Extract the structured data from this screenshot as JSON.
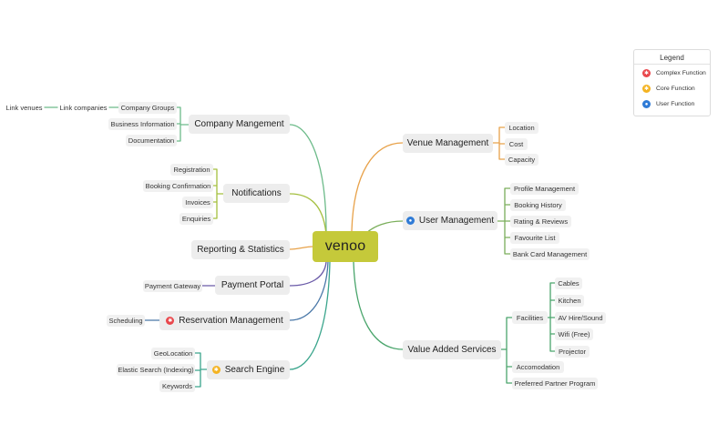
{
  "root": {
    "label": "venoo"
  },
  "left": {
    "company": {
      "label": "Company Mangement",
      "groups": "Company Groups",
      "link_companies": "Link companies",
      "link_venues": "Link venues",
      "business_info": "Business Information",
      "documentation": "Documentation"
    },
    "notifications": {
      "label": "Notifications",
      "items": [
        "Registration",
        "Booking Confirmation",
        "Invoices",
        "Enquiries"
      ]
    },
    "reporting": {
      "label": "Reporting & Statistics"
    },
    "payment": {
      "label": "Payment Portal",
      "gateway": "Payment Gateway"
    },
    "reservation": {
      "label": "Reservation Management",
      "scheduling": "Scheduling",
      "marker": "complex-function"
    },
    "search": {
      "label": "Search Engine",
      "marker": "core-function",
      "items": [
        "GeoLocation",
        "Elastic Search (Indexing)",
        "Keywords"
      ]
    }
  },
  "right": {
    "venue": {
      "label": "Venue Management",
      "items": [
        "Location",
        "Cost",
        "Capacity"
      ]
    },
    "user": {
      "label": "User Management",
      "marker": "user-function",
      "items": [
        "Profile Management",
        "Booking History",
        "Rating & Reviews",
        "Favourite List",
        "Bank Card Management"
      ]
    },
    "value_added": {
      "label": "Value Added Services",
      "facilities": {
        "label": "Facilities",
        "items": [
          "Cables",
          "Kitchen",
          "AV Hire/Sound",
          "Wifi (Free)",
          "Projector"
        ]
      },
      "accomodation": "Accomodation",
      "preferred_partner": "Preferred Partner Program"
    }
  },
  "legend": {
    "title": "Legend",
    "items": [
      {
        "label": "Complex Function",
        "color": "#e9474c",
        "icon": "star-badge-icon"
      },
      {
        "label": "Core Function",
        "color": "#f4b321",
        "icon": "star-badge-icon"
      },
      {
        "label": "User Function",
        "color": "#2f7bd6",
        "icon": "user-icon"
      }
    ]
  },
  "colors": {
    "root": "#c5c93a",
    "company": "#6dbb8a",
    "notifications": "#a4bf3f",
    "reporting": "#e8a24a",
    "payment": "#6a5aa8",
    "reservation": "#4a78a8",
    "search": "#3aa58c",
    "venue": "#e8a24a",
    "user": "#7aae5a",
    "value_added": "#4aa56c"
  }
}
